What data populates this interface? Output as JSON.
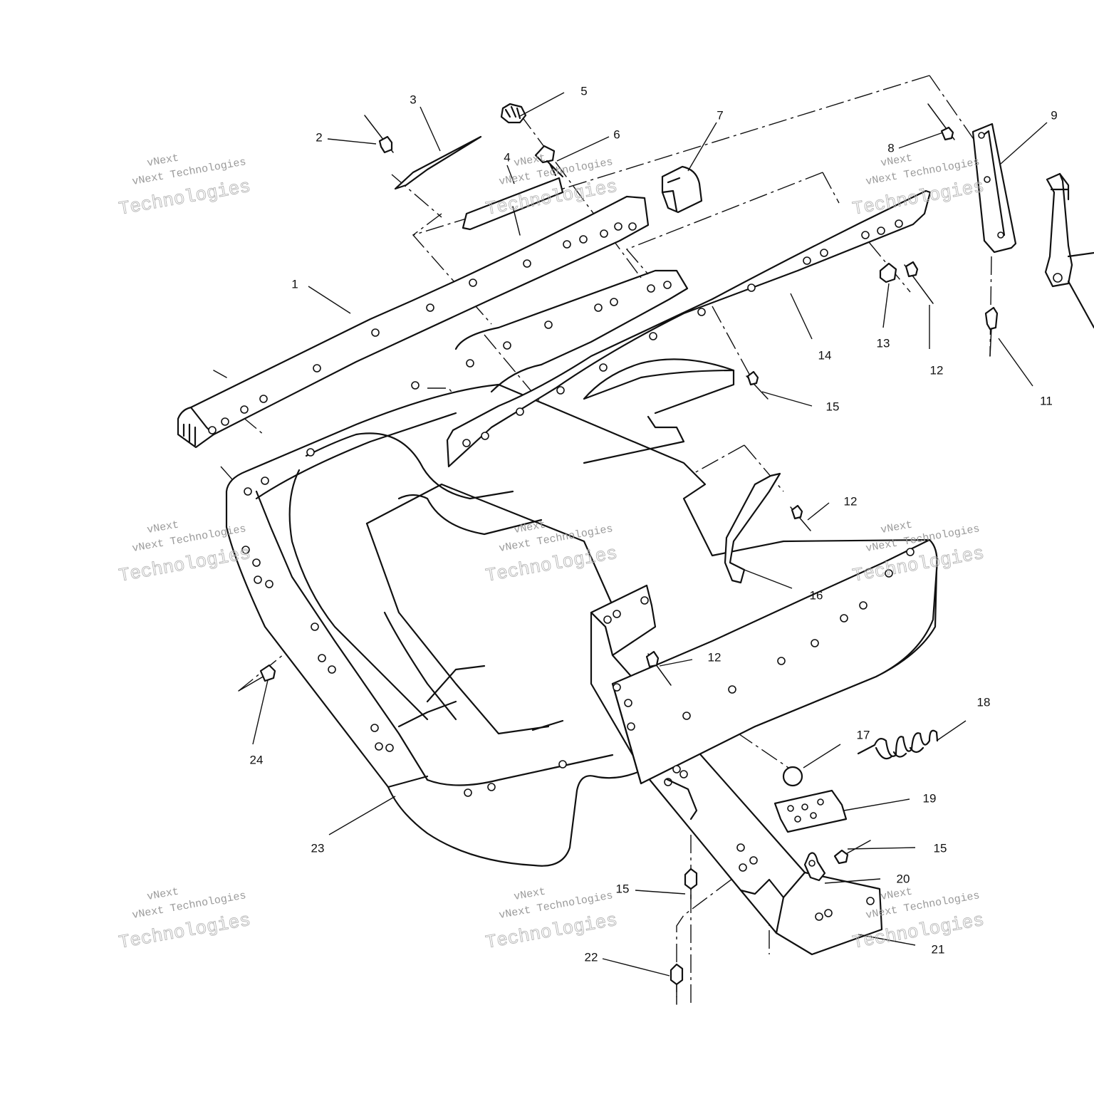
{
  "diagram": {
    "callouts": [
      "1",
      "2",
      "3",
      "4",
      "5",
      "6",
      "7",
      "8",
      "9",
      "11",
      "12",
      "12",
      "12",
      "12",
      "13",
      "14",
      "15",
      "15",
      "15",
      "15",
      "16",
      "17",
      "18",
      "19",
      "20",
      "21",
      "22",
      "23",
      "24"
    ]
  },
  "watermark": {
    "brand": "vNext",
    "company": "vNext Technologies",
    "brand_large": "Technologies"
  }
}
